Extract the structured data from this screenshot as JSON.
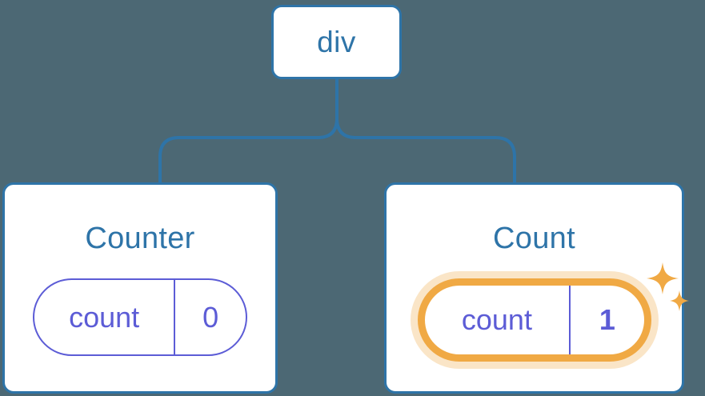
{
  "diagram": {
    "type": "component-tree",
    "background_color": "#4c6874",
    "node_border_color": "#2e74a8",
    "node_text_color": "#2e74a8",
    "prop_color": "#5c5cd6",
    "highlight_color": "#f0a944",
    "highlight_glow_color": "#fad9a8",
    "root": {
      "label": "div"
    },
    "children": [
      {
        "title": "Counter",
        "prop_key": "count",
        "prop_value": "0",
        "highlighted": false
      },
      {
        "title": "Count",
        "prop_key": "count",
        "prop_value": "1",
        "highlighted": true,
        "sparkle_icons": [
          "sparkle-large",
          "sparkle-small"
        ]
      }
    ]
  }
}
